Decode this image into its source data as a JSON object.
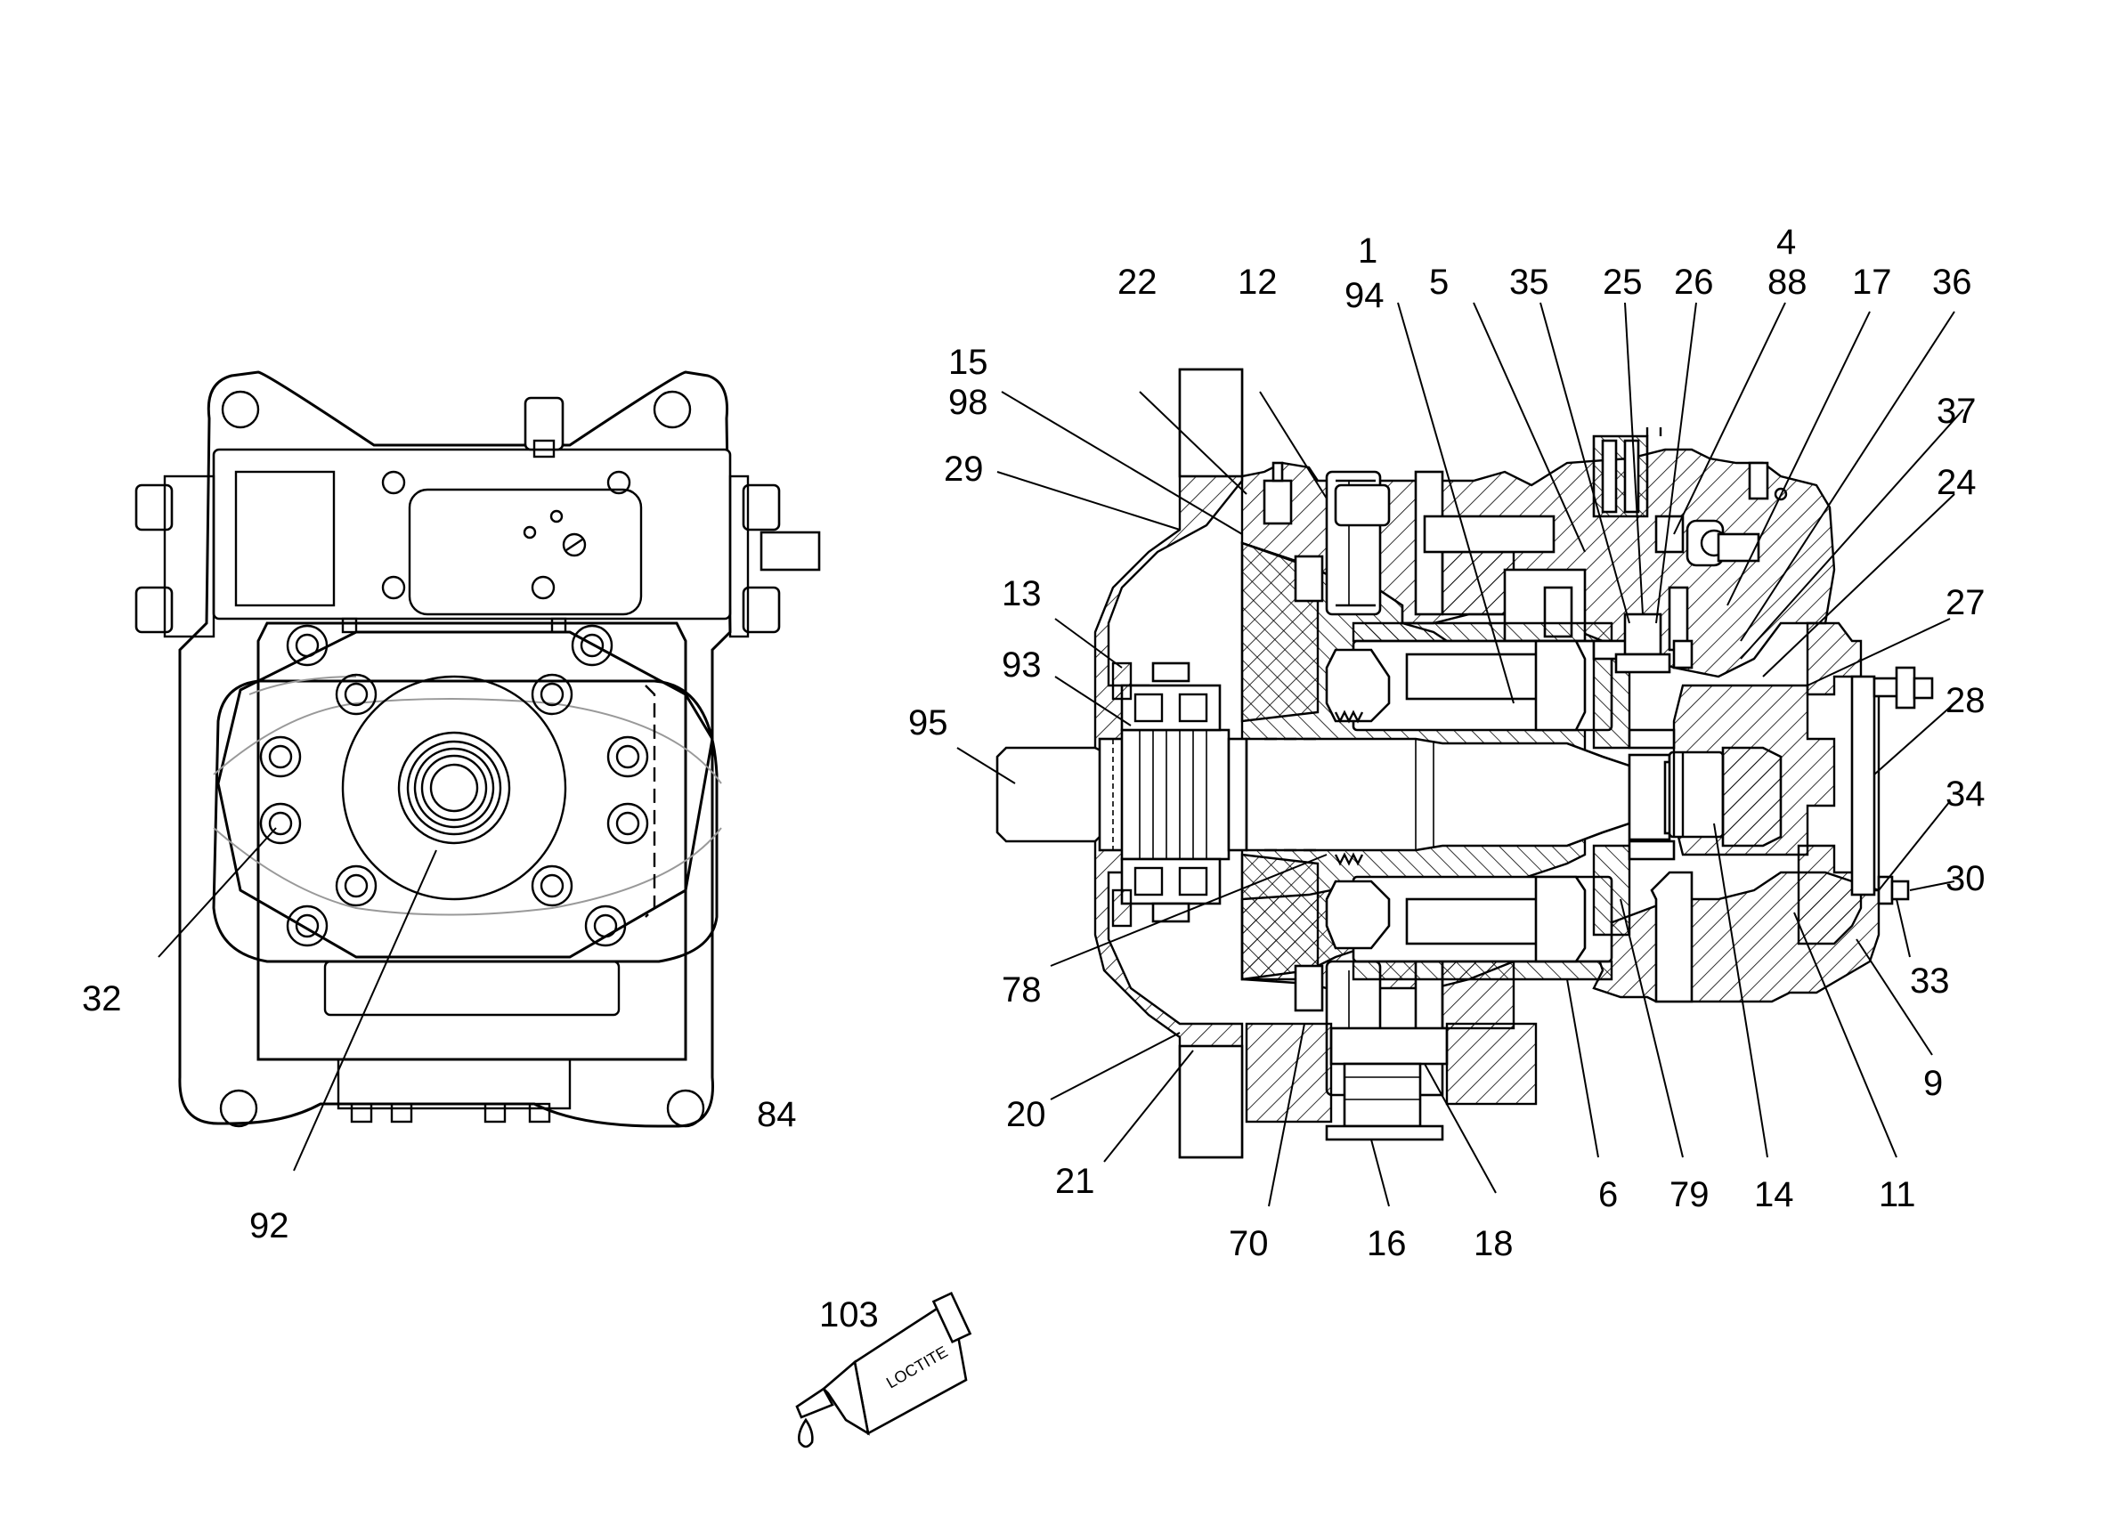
{
  "diagram": {
    "tube_label": "LOCTITE",
    "callouts": [
      {
        "id": "c1",
        "text": "1"
      },
      {
        "id": "c4",
        "text": "4"
      },
      {
        "id": "c5",
        "text": "5"
      },
      {
        "id": "c6",
        "text": "6"
      },
      {
        "id": "c9",
        "text": "9"
      },
      {
        "id": "c11",
        "text": "11"
      },
      {
        "id": "c12",
        "text": "12"
      },
      {
        "id": "c13",
        "text": "13"
      },
      {
        "id": "c14",
        "text": "14"
      },
      {
        "id": "c15",
        "text": "15"
      },
      {
        "id": "c16",
        "text": "16"
      },
      {
        "id": "c17",
        "text": "17"
      },
      {
        "id": "c18",
        "text": "18"
      },
      {
        "id": "c20",
        "text": "20"
      },
      {
        "id": "c21",
        "text": "21"
      },
      {
        "id": "c22",
        "text": "22"
      },
      {
        "id": "c24",
        "text": "24"
      },
      {
        "id": "c25",
        "text": "25"
      },
      {
        "id": "c26",
        "text": "26"
      },
      {
        "id": "c27",
        "text": "27"
      },
      {
        "id": "c28",
        "text": "28"
      },
      {
        "id": "c29",
        "text": "29"
      },
      {
        "id": "c30",
        "text": "30"
      },
      {
        "id": "c32",
        "text": "32"
      },
      {
        "id": "c33",
        "text": "33"
      },
      {
        "id": "c34",
        "text": "34"
      },
      {
        "id": "c35",
        "text": "35"
      },
      {
        "id": "c36",
        "text": "36"
      },
      {
        "id": "c37",
        "text": "37"
      },
      {
        "id": "c70",
        "text": "70"
      },
      {
        "id": "c78",
        "text": "78"
      },
      {
        "id": "c79",
        "text": "79"
      },
      {
        "id": "c84",
        "text": "84"
      },
      {
        "id": "c88",
        "text": "88"
      },
      {
        "id": "c92",
        "text": "92"
      },
      {
        "id": "c93",
        "text": "93"
      },
      {
        "id": "c94",
        "text": "94"
      },
      {
        "id": "c95",
        "text": "95"
      },
      {
        "id": "c98",
        "text": "98"
      },
      {
        "id": "c103",
        "text": "103"
      }
    ]
  }
}
